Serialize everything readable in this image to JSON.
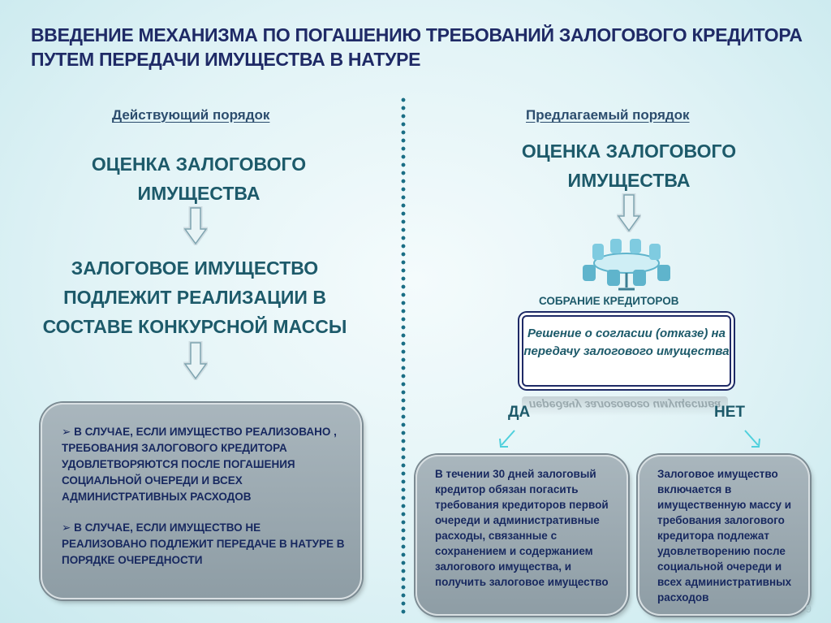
{
  "title": "ВВЕДЕНИЕ МЕХАНИЗМА ПО ПОГАШЕНИЮ ТРЕБОВАНИЙ  ЗАЛОГОВОГО КРЕДИТОРА ПУТЕМ ПЕРЕДАЧИ ИМУЩЕСТВА В НАТУРЕ",
  "left": {
    "heading": "Действующий порядок",
    "step1": "ОЦЕНКА ЗАЛОГОВОГО ИМУЩЕСТВА",
    "step2": "ЗАЛОГОВОЕ ИМУЩЕСТВО ПОДЛЕЖИТ РЕАЛИЗАЦИИ В СОСТАВЕ КОНКУРСНОЙ МАССЫ",
    "bullet1": "В СЛУЧАЕ, ЕСЛИ ИМУЩЕСТВО РЕАЛИЗОВАНО , ТРЕБОВАНИЯ ЗАЛОГОВОГО КРЕДИТОРА УДОВЛЕТВОРЯЮТСЯ ПОСЛЕ ПОГАШЕНИЯ СОЦИАЛЬНОЙ ОЧЕРЕДИ И ВСЕХ АДМИНИСТРАТИВНЫХ РАСХОДОВ",
    "bullet2": "В СЛУЧАЕ, ЕСЛИ ИМУЩЕСТВО НЕ РЕАЛИЗОВАНО ПОДЛЕЖИТ ПЕРЕДАЧЕ В НАТУРЕ В ПОРЯДКЕ ОЧЕРЕДНОСТИ"
  },
  "right": {
    "heading": "Предлагаемый порядок",
    "step1": "ОЦЕНКА ЗАЛОГОВОГО ИМУЩЕСТВА",
    "meeting": "СОБРАНИЕ КРЕДИТОРОВ",
    "decision": "Решение о согласии (отказе) на передачу залогового имущества",
    "yes": "ДА",
    "no": "НЕТ",
    "yes_text": "В течении 30 дней залоговый кредитор обязан погасить требования кредиторов первой очереди и административные расходы, связанные с сохранением и содержанием залогового имущества, и получить залоговое имущество",
    "no_text": "Залоговое имущество включается в имущественную массу и требования залогового кредитора подлежат удовлетворению после социальной очереди и всех административных расходов"
  },
  "page_number": "9",
  "colors": {
    "title": "#1f2a66",
    "accent": "#1d5a6a",
    "box": "#9aa8b0"
  }
}
